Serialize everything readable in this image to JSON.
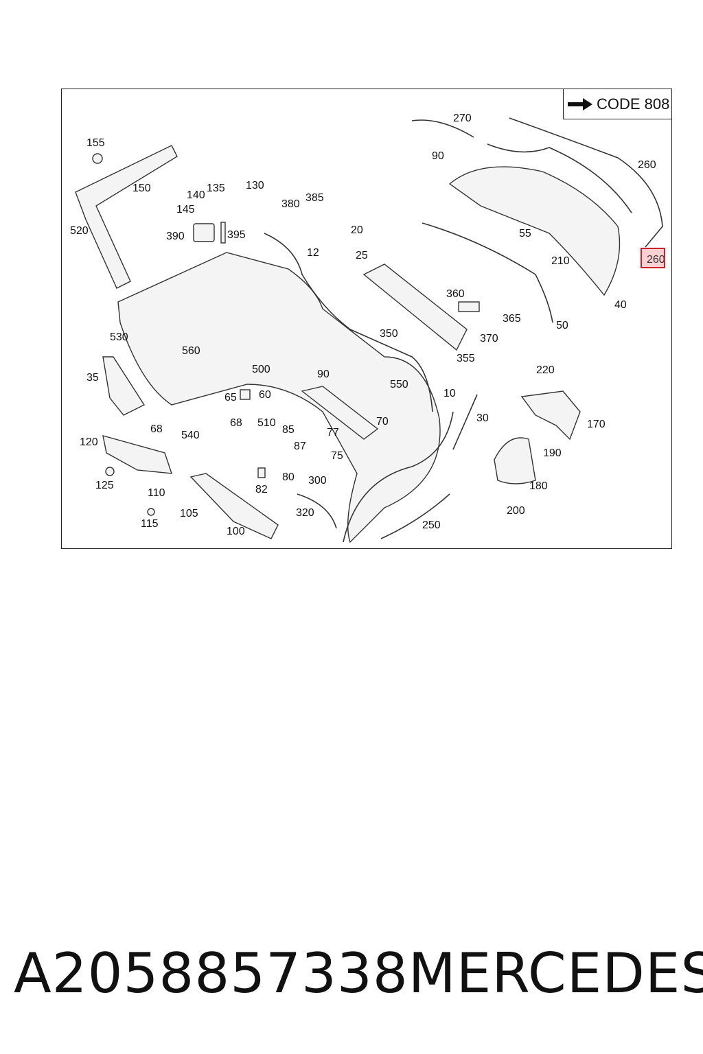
{
  "diagram": {
    "code_label": "CODE 808",
    "highlighted_part": "260",
    "labels": [
      "270",
      "260",
      "90",
      "155",
      "150",
      "140",
      "135",
      "130",
      "145",
      "520",
      "380",
      "385",
      "390",
      "395",
      "20",
      "12",
      "25",
      "55",
      "210",
      "360",
      "365",
      "50",
      "40",
      "530",
      "560",
      "350",
      "370",
      "355",
      "35",
      "500",
      "90",
      "550",
      "220",
      "65",
      "60",
      "68",
      "510",
      "10",
      "30",
      "170",
      "540",
      "120",
      "85",
      "77",
      "87",
      "75",
      "190",
      "125",
      "80",
      "82",
      "300",
      "180",
      "110",
      "105",
      "115",
      "320",
      "100",
      "250",
      "200",
      "70"
    ]
  },
  "footer": {
    "part_number": "A2058857338",
    "brand": "MERCEDES"
  }
}
